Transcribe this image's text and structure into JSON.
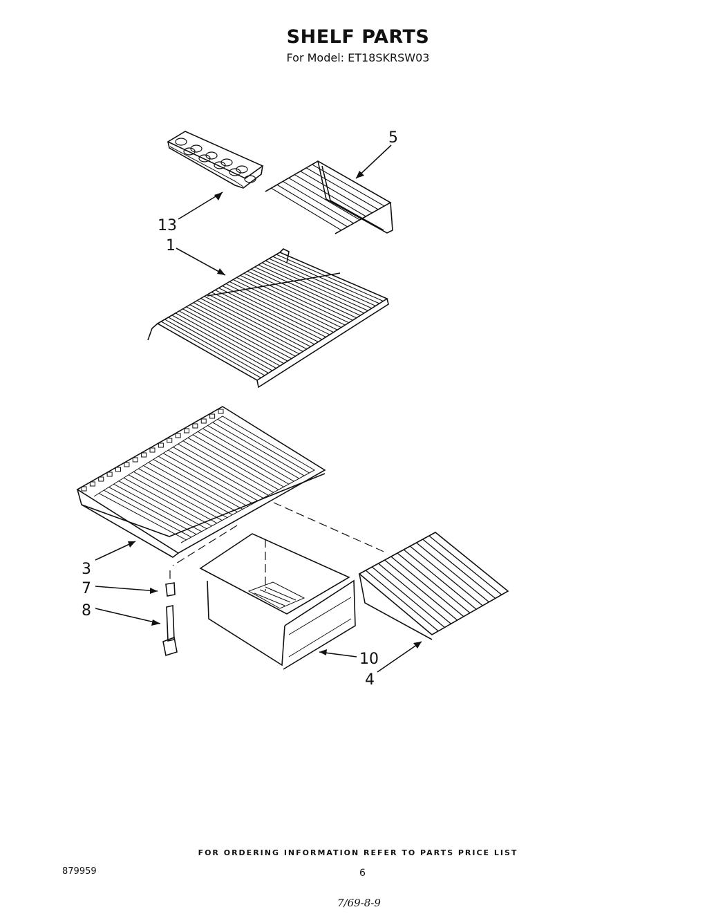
{
  "header": {
    "title": "SHELF PARTS",
    "subtitle": "For Model: ET18SKRSW03"
  },
  "callouts": [
    {
      "id": "13",
      "label": "13"
    },
    {
      "id": "1",
      "label": "1"
    },
    {
      "id": "5",
      "label": "5"
    },
    {
      "id": "3",
      "label": "3"
    },
    {
      "id": "7",
      "label": "7"
    },
    {
      "id": "8",
      "label": "8"
    },
    {
      "id": "10",
      "label": "10"
    },
    {
      "id": "4",
      "label": "4"
    }
  ],
  "footer": {
    "ordering_note": "FOR ORDERING INFORMATION REFER TO PARTS PRICE LIST",
    "doc_number": "879959",
    "page_number": "6",
    "handwritten_code": "7/69-8-9"
  }
}
